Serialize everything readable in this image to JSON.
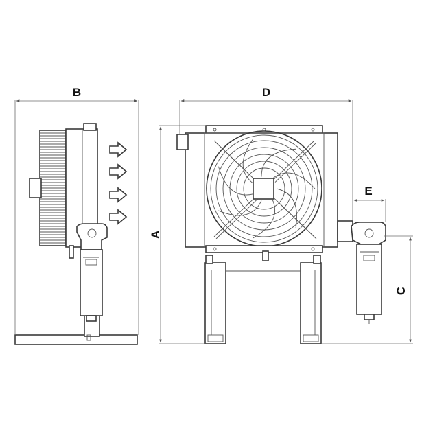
{
  "drawing": {
    "dimension_labels": {
      "a": "A",
      "b": "B",
      "c": "C",
      "d": "D",
      "e": "E"
    },
    "line_color": "#3a3a3a",
    "background_color": "#ffffff"
  }
}
